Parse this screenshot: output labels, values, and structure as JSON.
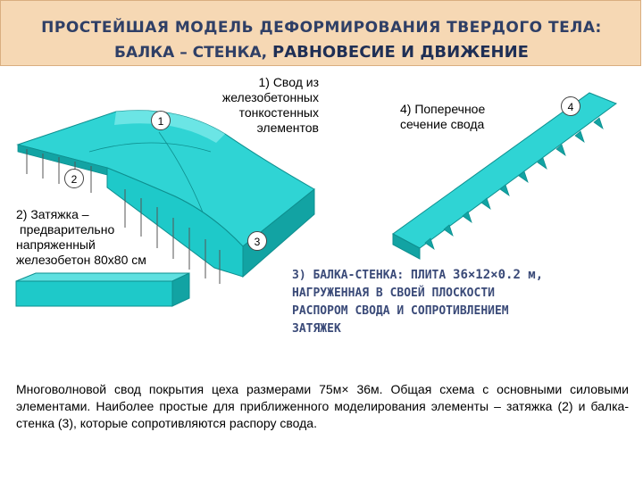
{
  "title": {
    "line1": "ПРОСТЕЙШАЯ МОДЕЛЬ ДЕФОРМИРОВАНИЯ ТВЕРДОГО ТЕЛА:",
    "line2_prefix": "БАЛКА – СТЕНКА,",
    "line2_emphasis": "РАВНОВЕСИЕ И ДВИЖЕНИЕ"
  },
  "labels": {
    "vault": [
      "1) Свод из",
      "железобетонных",
      "тонкостенных",
      "элементов"
    ],
    "cross_section": [
      "4) Поперечное",
      "сечение свода"
    ],
    "tie": [
      "2) Затяжка –",
      "предварительно",
      "напряженный",
      "железобетон 80х80 см"
    ]
  },
  "markers": {
    "m1": "1",
    "m2": "2",
    "m3": "3",
    "m4": "4"
  },
  "wall_caption": {
    "line1_text": "3) БАЛКА-СТЕНКА: ПЛИТА",
    "line1_dims": "36×12×0.2 м,",
    "line2": "НАГРУЖЕННАЯ В СВОЕЙ ПЛОСКОСТИ",
    "line3": "РАСПОРОМ СВОДА И СОПРОТИВЛЕНИЕМ",
    "line4": "ЗАТЯЖЕК"
  },
  "paragraph": "Многоволновой свод покрытия цеха размерами 75м× 36м. Общая схема с основными силовыми элементами. Наиболее простые для приближенного моделирования элементы – затяжка (2) и балка-стенка (3), которые сопротивляются распору свода.",
  "colors": {
    "structure": "#1ec9c9",
    "structure_dark": "#12a3a3",
    "banner": "#f6d8b4",
    "caption": "#3a4a78"
  }
}
